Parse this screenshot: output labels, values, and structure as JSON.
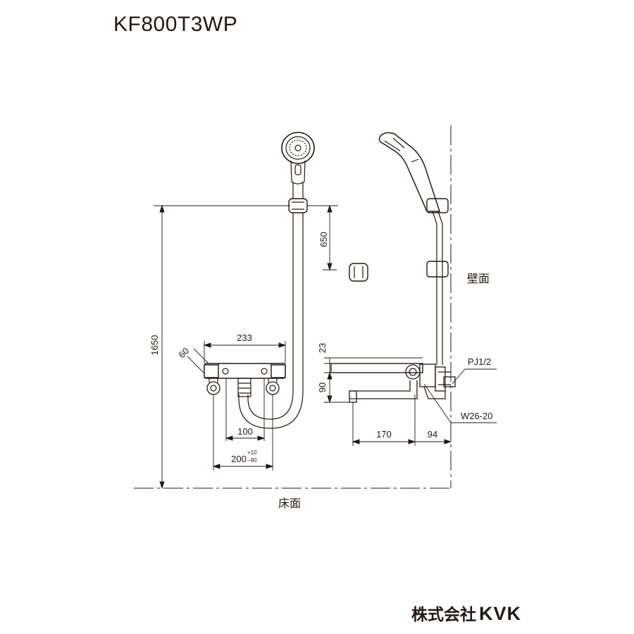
{
  "title": "KF800T3WP",
  "brand": {
    "company": "株式会社",
    "logo_text": "KVK"
  },
  "labels": {
    "wall": "壁面",
    "floor": "床面",
    "pipe_thread": "PJ1/2",
    "connection": "W26-20"
  },
  "dimensions": {
    "hook_to_holder": "650",
    "total_height": "1650",
    "body_width": "233",
    "body_angle": "60",
    "top_offset": "23",
    "spout_height": "90",
    "inlet_pitch_min": "100",
    "inlet_pitch": "200",
    "tol_plus": "+10",
    "tol_minus": "−90",
    "spout_reach": "170",
    "wall_offset": "94"
  },
  "colors": {
    "line": "#231815"
  }
}
